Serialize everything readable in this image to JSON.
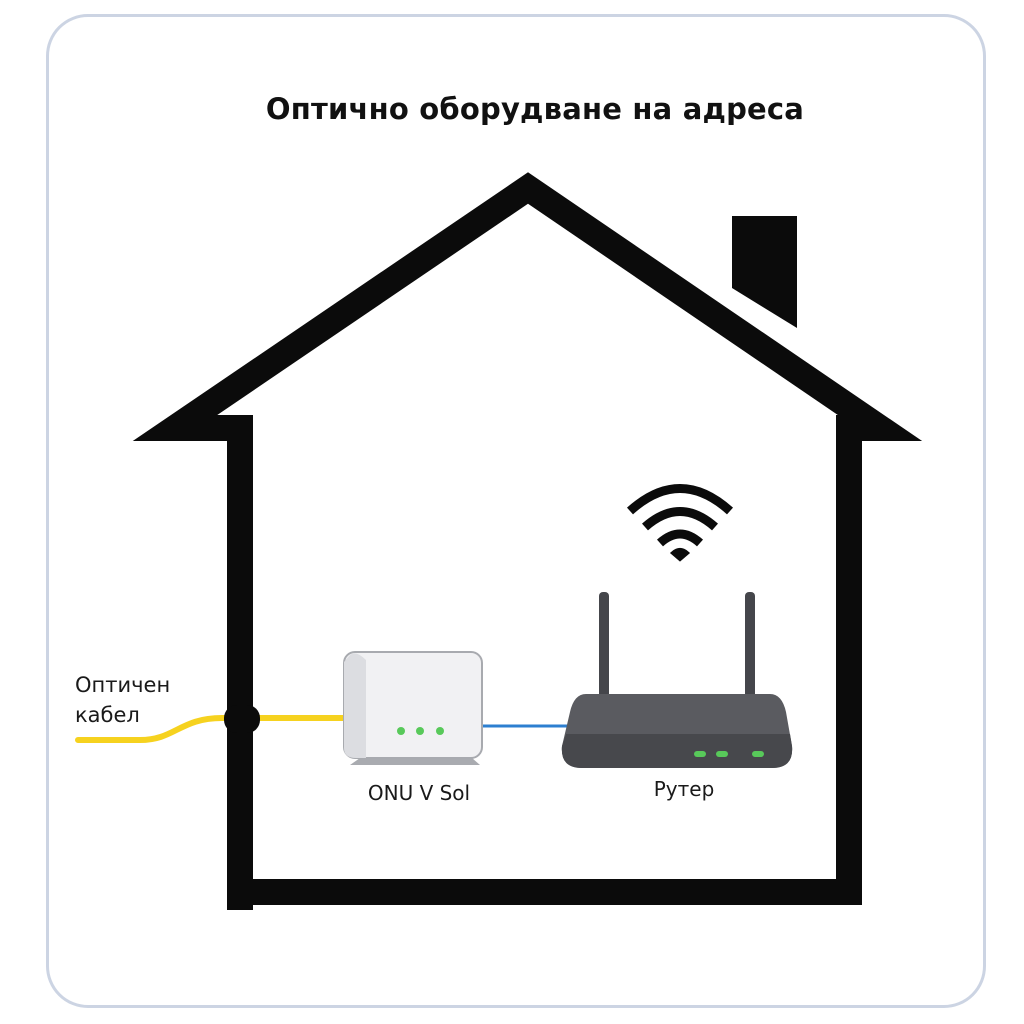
{
  "title": "Оптично оборудване на адреса",
  "labels": {
    "fiber_cable_line1": "Оптичен",
    "fiber_cable_line2": "кабел",
    "onu": "ONU V Sol",
    "router": "Рутер"
  },
  "icons": {
    "house": "house-outline-icon",
    "wifi": "wifi-icon",
    "onu": "onu-device-icon",
    "router": "router-device-icon"
  },
  "colors": {
    "fiber_cable": "#f6d21f",
    "ethernet_cable": "#2d7fd0",
    "status_led": "#58c95a",
    "outline": "#0b0b0b",
    "router_body": "#5a5b60",
    "card_border": "#ccd4e3"
  }
}
